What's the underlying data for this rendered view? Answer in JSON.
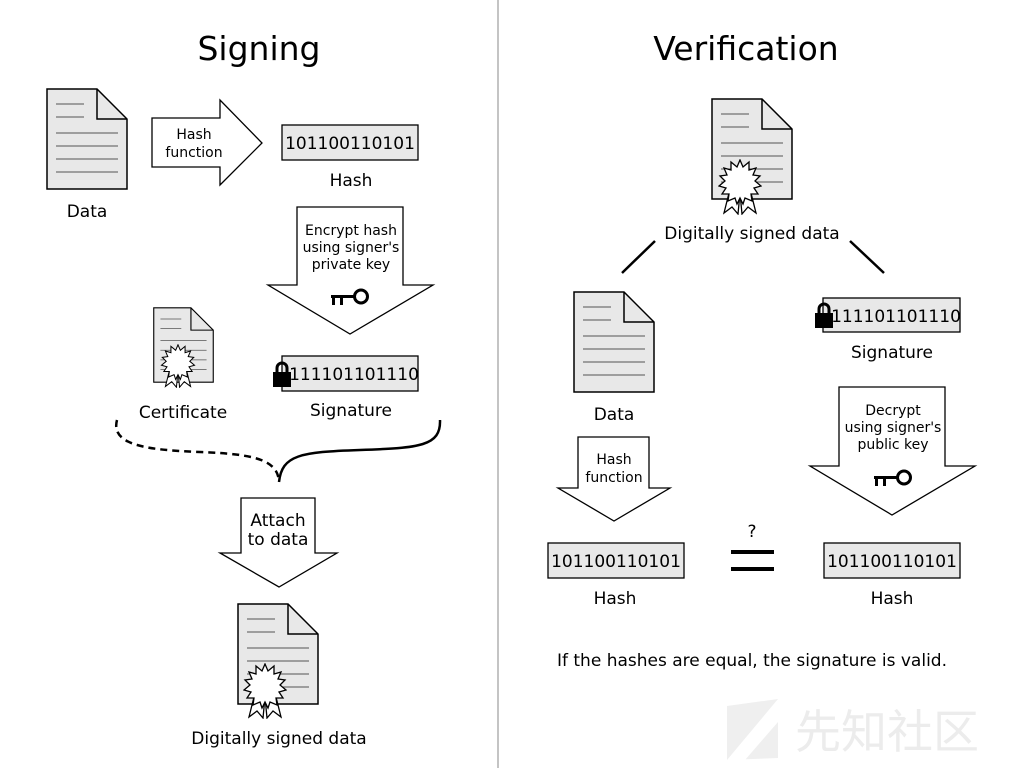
{
  "signing": {
    "title": "Signing",
    "data_label": "Data",
    "hash_arrow": [
      "Hash",
      "function"
    ],
    "hash_value": "101100110101",
    "hash_label": "Hash",
    "encrypt_arrow": [
      "Encrypt hash",
      "using signer's",
      "private key"
    ],
    "certificate_label": "Certificate",
    "signature_value": "111101101110",
    "signature_label": "Signature",
    "attach_arrow": [
      "Attach",
      "to data"
    ],
    "signed_data_label": "Digitally signed data"
  },
  "verification": {
    "title": "Verification",
    "signed_data_label": "Digitally signed data",
    "data_label": "Data",
    "signature_value": "111101101110",
    "signature_label": "Signature",
    "hash_arrow": [
      "Hash",
      "function"
    ],
    "decrypt_arrow": [
      "Decrypt",
      "using signer's",
      "public key"
    ],
    "hash_left_value": "101100110101",
    "hash_left_label": "Hash",
    "hash_right_value": "101100110101",
    "hash_right_label": "Hash",
    "compare_symbol": "?",
    "footnote": "If the hashes are equal, the signature is valid."
  },
  "watermark": "先知社区"
}
